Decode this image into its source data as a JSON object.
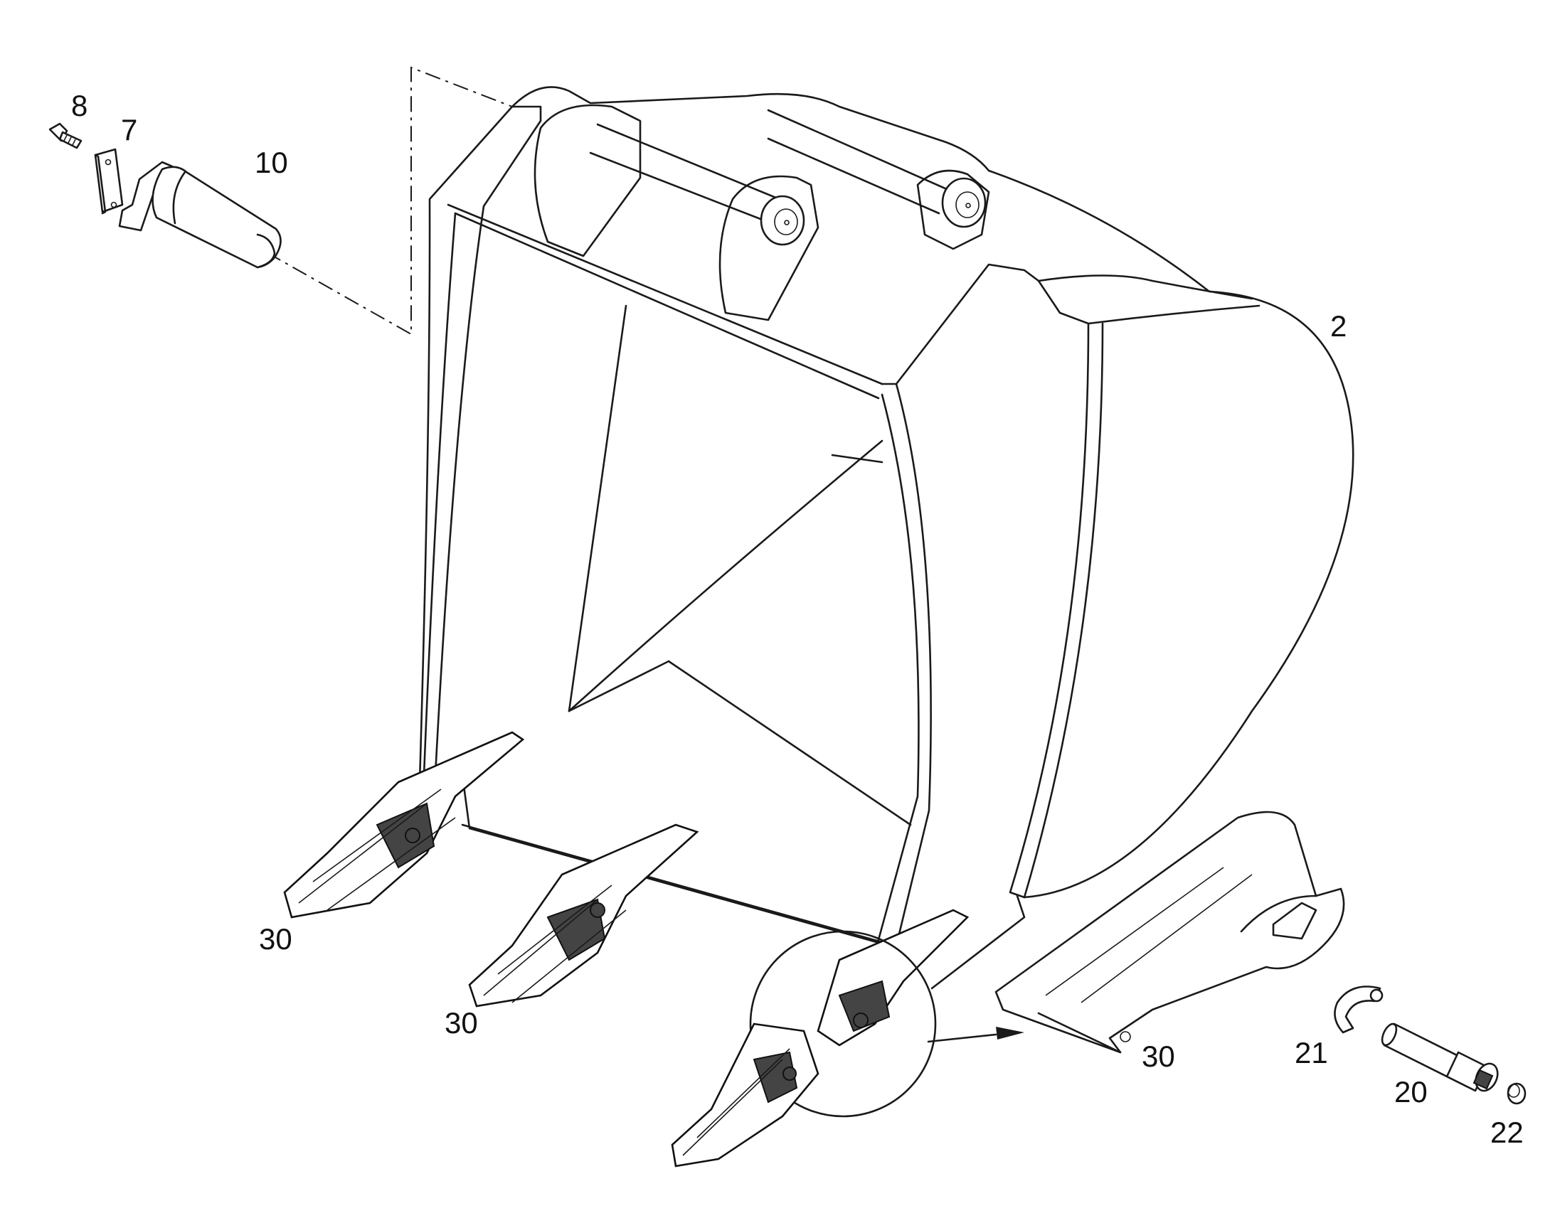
{
  "callouts": {
    "c8": "8",
    "c7": "7",
    "c10": "10",
    "c2": "2",
    "c30a": "30",
    "c30b": "30",
    "c30c": "30",
    "c21": "21",
    "c20": "20",
    "c22": "22"
  },
  "colors": {
    "line": "#1a1a1a",
    "background": "#ffffff"
  }
}
